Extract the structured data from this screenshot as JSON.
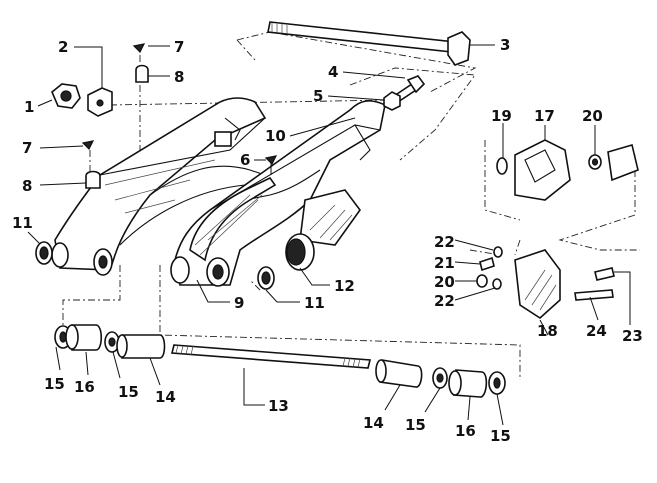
{
  "callouts": [
    {
      "id": "c1",
      "text": "1"
    },
    {
      "id": "c2",
      "text": "2"
    },
    {
      "id": "c3",
      "text": "3"
    },
    {
      "id": "c4",
      "text": "4"
    },
    {
      "id": "c5",
      "text": "5"
    },
    {
      "id": "c6",
      "text": "6"
    },
    {
      "id": "c7a",
      "text": "7"
    },
    {
      "id": "c7b",
      "text": "7"
    },
    {
      "id": "c8a",
      "text": "8"
    },
    {
      "id": "c8b",
      "text": "8"
    },
    {
      "id": "c9",
      "text": "9"
    },
    {
      "id": "c10",
      "text": "10"
    },
    {
      "id": "c11a",
      "text": "11"
    },
    {
      "id": "c11b",
      "text": "11"
    },
    {
      "id": "c12",
      "text": "12"
    },
    {
      "id": "c13",
      "text": "13"
    },
    {
      "id": "c14a",
      "text": "14"
    },
    {
      "id": "c14b",
      "text": "14"
    },
    {
      "id": "c15a",
      "text": "15"
    },
    {
      "id": "c15b",
      "text": "15"
    },
    {
      "id": "c15c",
      "text": "15"
    },
    {
      "id": "c15d",
      "text": "15"
    },
    {
      "id": "c16a",
      "text": "16"
    },
    {
      "id": "c16b",
      "text": "16"
    },
    {
      "id": "c17",
      "text": "17"
    },
    {
      "id": "c18",
      "text": "18"
    },
    {
      "id": "c19",
      "text": "19"
    },
    {
      "id": "c20a",
      "text": "20"
    },
    {
      "id": "c20b",
      "text": "20"
    },
    {
      "id": "c21",
      "text": "21"
    },
    {
      "id": "c22a",
      "text": "22"
    },
    {
      "id": "c22b",
      "text": "22"
    },
    {
      "id": "c23",
      "text": "23"
    },
    {
      "id": "c24",
      "text": "24"
    }
  ]
}
